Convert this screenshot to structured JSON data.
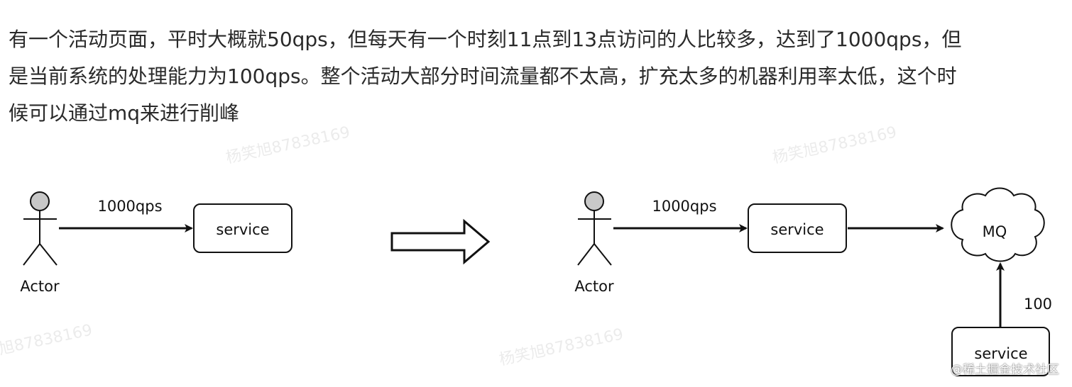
{
  "paragraph": {
    "line1": "有一个活动页面，平时大概就50qps，但每天有一个时刻11点到13点访问的人比较多，达到了1000qps，但",
    "line2": "是当前系统的处理能力为100qps。整个活动大部分时间流量都不太高，扩充太多的机器利用率太低，这个时",
    "line3": "候可以通过mq来进行削峰"
  },
  "diagram_left": {
    "actor_label": "Actor",
    "arrow_label": "1000qps",
    "service_label": "service"
  },
  "diagram_right": {
    "actor_label": "Actor",
    "arrow_label": "1000qps",
    "service_label": "service",
    "mq_label": "MQ",
    "consumer_label": "service",
    "consumer_rate": "100"
  },
  "watermarks": {
    "text_1": "杨笑旭87838169",
    "text_2": "杨笑旭87838169",
    "text_3": "杨笑旭87838169",
    "text_4": "旭87838169"
  },
  "footer": {
    "mark": "@稀土掘金技术社区"
  }
}
